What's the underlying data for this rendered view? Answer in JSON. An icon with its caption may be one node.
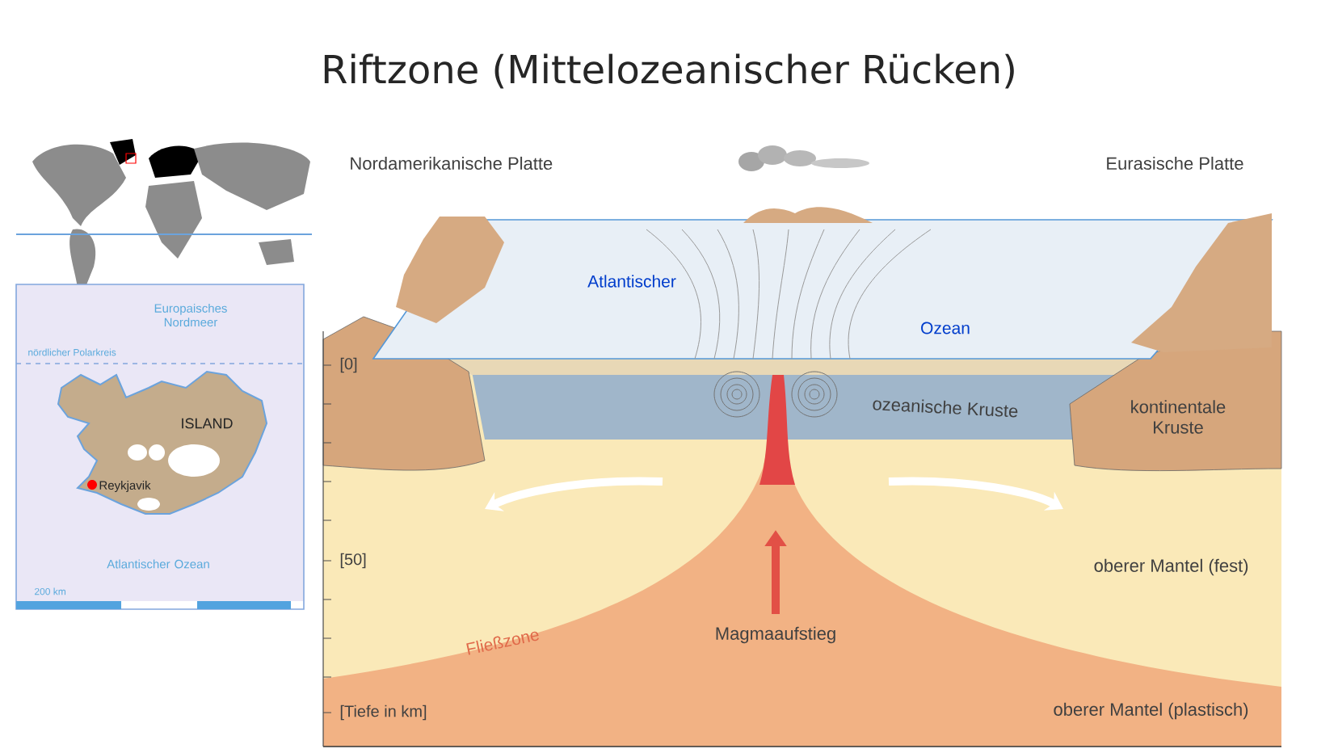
{
  "diagram": {
    "title": "Riftzone (Mittelozeanischer Rücken)",
    "labels": [
      "Nordamerikanische Platte",
      "Eurasische Platte",
      "Atlantischer",
      "Ozean",
      "[0]",
      "ozeanische Kruste",
      "kontinentale Kruste",
      "[50]",
      "oberer Mantel (fest)",
      "Fließzone",
      "Magmaaufstieg",
      "[Tiefe in km]",
      "oberer Mantel (plastisch)",
      "Europaisches Nordmeer",
      "nördlicher Polarkreis",
      "ISLAND",
      "Reykjavik",
      "Atlantischer Ozean",
      "200 km"
    ]
  }
}
